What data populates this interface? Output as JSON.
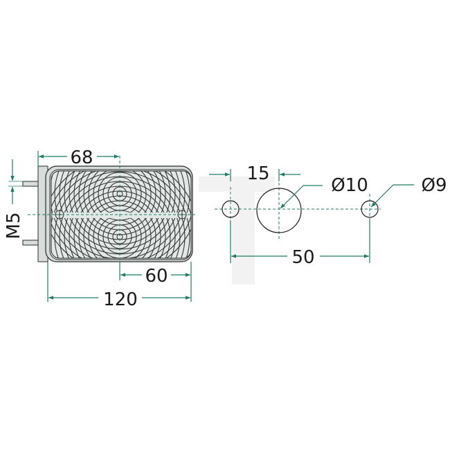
{
  "diagram": {
    "type": "technical-dimension-drawing",
    "subject": "rectangular lamp with mounting hole pattern",
    "colors": {
      "dimension_line": "#1f7a66",
      "outline": "#2a2a2a",
      "lamp_fill": "#d6dddb",
      "lamp_lens_fill": "#e2e8e6",
      "watermark": "#f1f1f1"
    },
    "lamp_view": {
      "dim_top": "68",
      "dim_bottom_right": "60",
      "dim_bottom_total": "120",
      "dim_left_thread": "M5"
    },
    "hole_pattern": {
      "dim_offset": "15",
      "dim_large_hole": "Ø10",
      "dim_small_hole": "Ø9",
      "dim_spacing": "50"
    }
  }
}
